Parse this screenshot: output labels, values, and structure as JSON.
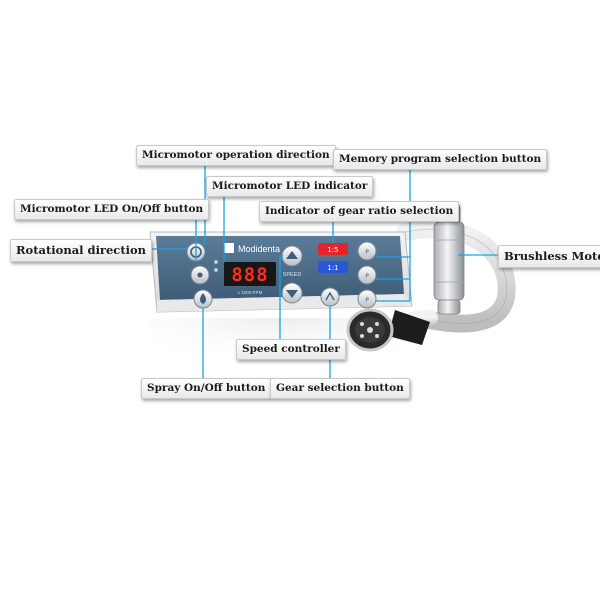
{
  "labels": {
    "micromotor_operation_direction": "Micromotor operation direction",
    "micromotor_led_indicator": "Micromotor LED indicator",
    "micromotor_led_button": "Micromotor LED On/Off button",
    "rotational_direction": "Rotational direction",
    "indicator_gear_ratio": "Indicator of gear ratio selection",
    "memory_program_button": "Memory program selection button",
    "brushless_motor": "Brushless Motor",
    "speed_controller": "Speed controller",
    "spray_button": "Spray On/Off button",
    "gear_selection_button": "Gear selection button"
  },
  "device": {
    "brand": "Modidenta",
    "display": "888",
    "speed_label": "SPEED",
    "rpm_label": "x 1000 RPM",
    "gear_ratio_top": "1:5",
    "gear_ratio_bottom": "1:1"
  },
  "colors": {
    "panel": "#4a6a85",
    "accent": "#1aa3e0",
    "display_red": "#ff2b1f",
    "ratio_red": "#e0262a",
    "ratio_blue": "#2a56d8"
  }
}
